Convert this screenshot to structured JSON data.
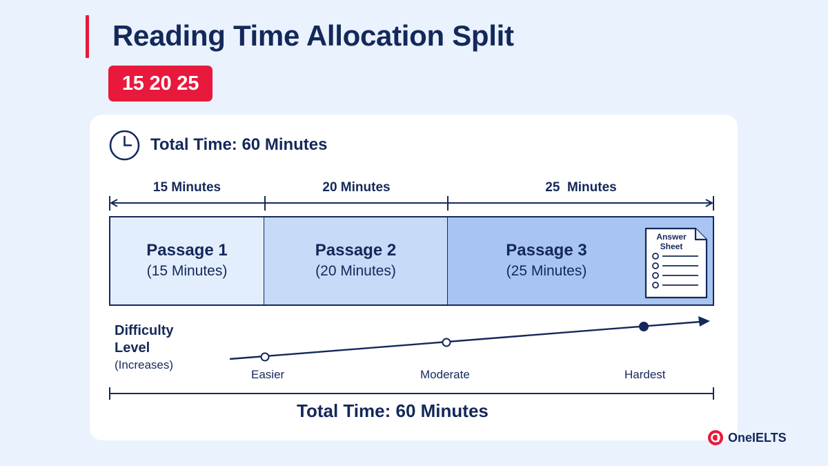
{
  "title": "Reading Time Allocation Split",
  "badge": "15 20 25",
  "header": {
    "total_time": "Total Time: 60 Minutes",
    "icon": "clock-icon"
  },
  "segments": [
    {
      "duration_label": "15 Minutes",
      "passage": "Passage 1",
      "sub": "(15 Minutes)",
      "minutes": 15,
      "color": "#e3eefc"
    },
    {
      "duration_label": "20 Minutes",
      "passage": "Passage 2",
      "sub": "(20 Minutes)",
      "minutes": 20,
      "color": "#c7dbf8"
    },
    {
      "duration_label": "25  Minutes",
      "passage": "Passage 3",
      "sub": "(25 Minutes)",
      "minutes": 25,
      "color": "#a8c5f2"
    }
  ],
  "answer_sheet": {
    "label_line1": "Answer",
    "label_line2": "Sheet",
    "icon": "answer-sheet-icon"
  },
  "difficulty": {
    "title_line1": "Difficulty",
    "title_line2": "Level",
    "subtitle": "(Increases)",
    "points": [
      "Easier",
      "Moderate",
      "Hardest"
    ]
  },
  "footer_total": "Total Time: 60 Minutes",
  "brand": {
    "name": "OneIELTS",
    "icon": "oneielts-logo-icon"
  },
  "colors": {
    "accent": "#e8193c",
    "navy": "#14285a",
    "background": "#e9f2fd"
  }
}
